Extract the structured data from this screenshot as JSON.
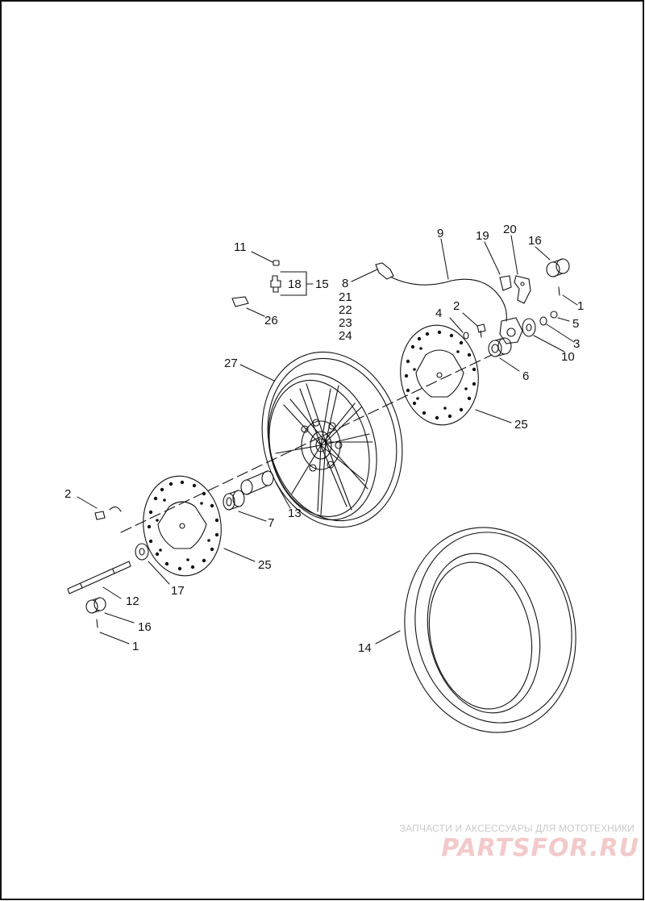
{
  "callouts": {
    "c9": "9",
    "c19": "19",
    "c20": "20",
    "c16a": "16",
    "c11": "11",
    "c8": "8",
    "c15": "15",
    "c18": "18",
    "c21": "21",
    "c22": "22",
    "c23": "23",
    "c24": "24",
    "c1a": "1",
    "c4": "4",
    "c2a": "2",
    "c5": "5",
    "c3": "3",
    "c10": "10",
    "c26": "26",
    "c27": "27",
    "c6": "6",
    "c25a": "25",
    "c2b": "2",
    "c7": "7",
    "c13": "13",
    "c25b": "25",
    "c17": "17",
    "c12": "12",
    "c16b": "16",
    "c1b": "1",
    "c14": "14"
  },
  "watermark": {
    "tagline": "ЗАПЧАСТИ И АКСЕССУАРЫ ДЛЯ МОТОТЕХНИКИ",
    "logo_text": "PARTSFOR.RU"
  },
  "colors": {
    "line": "#111111",
    "watermark_tagline": "#c9c9c9",
    "watermark_logo": "#f3c9c9"
  }
}
